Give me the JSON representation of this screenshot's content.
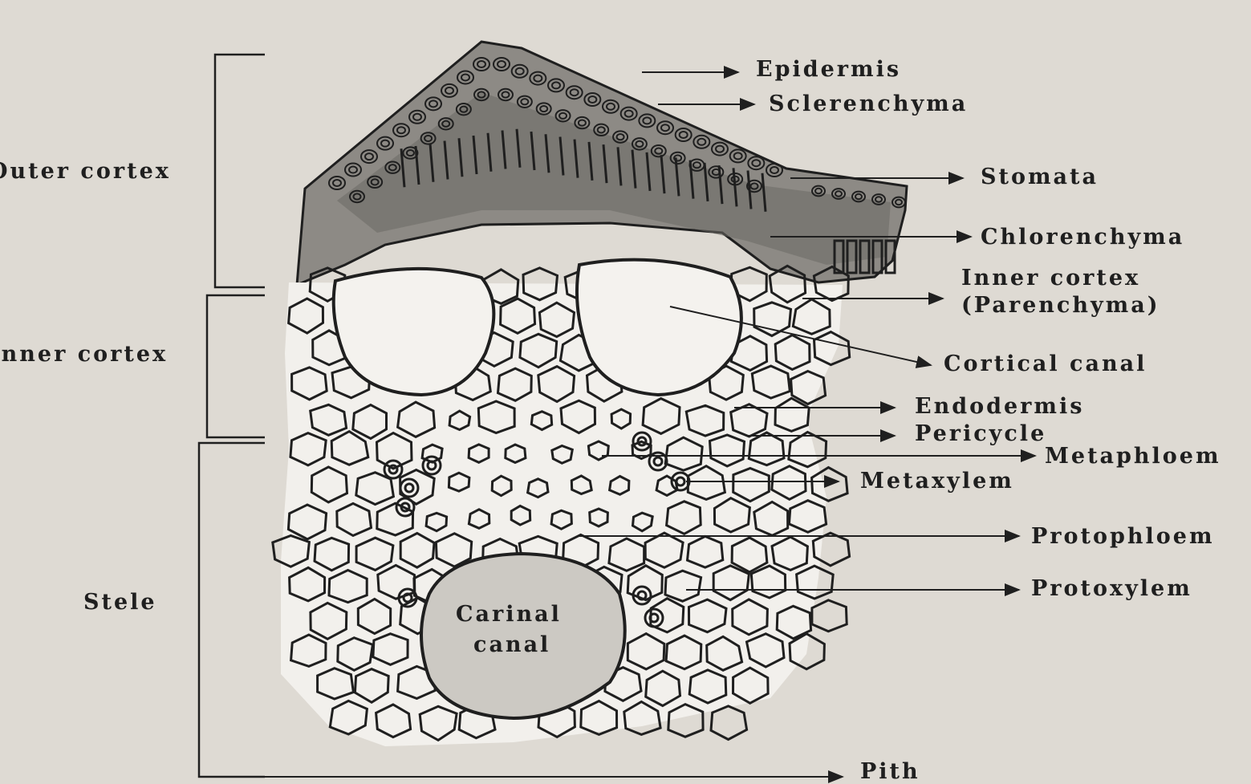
{
  "diagram": {
    "left_labels": {
      "outer_cortex": "Outer cortex",
      "inner_cortex": "Inner cortex",
      "stele": "Stele"
    },
    "right_labels": {
      "epidermis": "Epidermis",
      "sclerenchyma": "Sclerenchyma",
      "stomata": "Stomata",
      "chlorenchyma": "Chlorenchyma",
      "inner_cortex_1": "Inner cortex",
      "inner_cortex_2": "(Parenchyma)",
      "cortical_canal": "Cortical canal",
      "endodermis": "Endodermis",
      "pericycle": "Pericycle",
      "metaphloem": "Metaphloem",
      "metaxylem": "Metaxylem",
      "protophloem": "Protophloem",
      "protoxylem": "Protoxylem",
      "pith": "Pith"
    },
    "inner_labels": {
      "carinal_1": "Carinal",
      "carinal_2": "canal"
    },
    "colors": {
      "background": "#dedad3",
      "ink": "#1f1f1f"
    }
  }
}
